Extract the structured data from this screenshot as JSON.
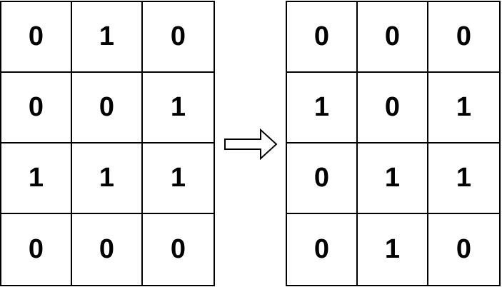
{
  "before": {
    "rows": [
      [
        "0",
        "1",
        "0"
      ],
      [
        "0",
        "0",
        "1"
      ],
      [
        "1",
        "1",
        "1"
      ],
      [
        "0",
        "0",
        "0"
      ]
    ]
  },
  "after": {
    "rows": [
      [
        "0",
        "0",
        "0"
      ],
      [
        "1",
        "0",
        "1"
      ],
      [
        "0",
        "1",
        "1"
      ],
      [
        "0",
        "1",
        "0"
      ]
    ]
  },
  "arrow_icon": "right-arrow-icon",
  "colors": {
    "line": "#000000",
    "background": "#ffffff"
  }
}
